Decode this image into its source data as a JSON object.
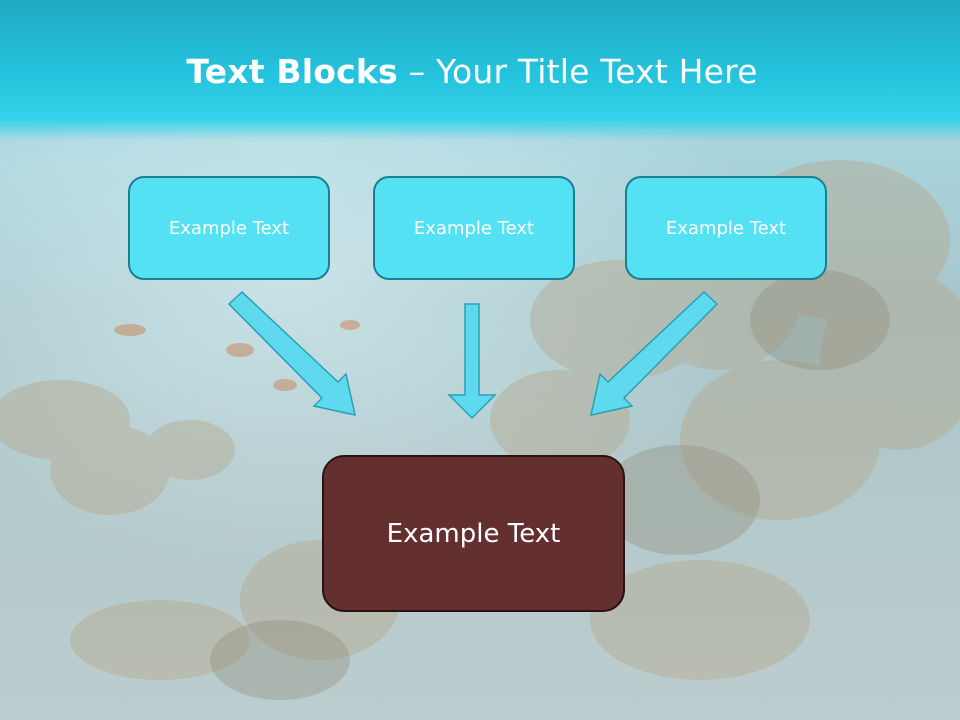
{
  "slide": {
    "title_bold": "Text Blocks",
    "title_dash": " – ",
    "title_rest": "Your Title Text Here"
  },
  "boxes": {
    "top_left": "Example Text",
    "top_center": "Example Text",
    "top_right": "Example Text",
    "bottom": "Example Text"
  },
  "colors": {
    "header": "#25c4de",
    "top_box_fill": "#53e1f3",
    "top_box_border": "#1b7f8f",
    "bottom_box_fill": "#642f2f",
    "arrow_fill": "#5fd9ee",
    "arrow_stroke": "#2a9fb8"
  }
}
